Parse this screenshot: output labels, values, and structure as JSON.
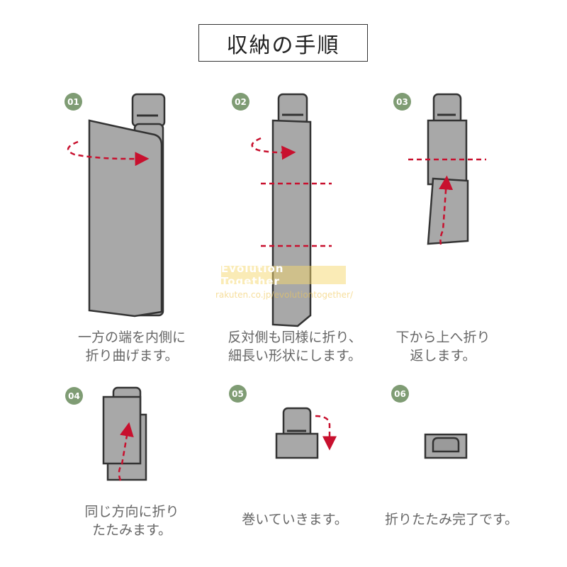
{
  "title": "収納の手順",
  "colors": {
    "badge": "#7f9c74",
    "panel": "#a8a8a8",
    "outline": "#333333",
    "arrow": "#c8102e"
  },
  "steps": [
    {
      "number": "01",
      "lines": [
        "一方の端を内側に",
        "折り曲げます。"
      ]
    },
    {
      "number": "02",
      "lines": [
        "反対側も同様に折り、",
        "細長い形状にします。"
      ]
    },
    {
      "number": "03",
      "lines": [
        "下から上へ折り",
        "返します。"
      ]
    },
    {
      "number": "04",
      "lines": [
        "同じ方向に折り",
        "たたみます。"
      ]
    },
    {
      "number": "05",
      "lines": [
        "巻いていきます。"
      ]
    },
    {
      "number": "06",
      "lines": [
        "折りたたみ完了です。"
      ]
    }
  ],
  "watermark": {
    "brand": "Evolution Together",
    "url": "rakuten.co.jp/evolutiontogether/"
  }
}
